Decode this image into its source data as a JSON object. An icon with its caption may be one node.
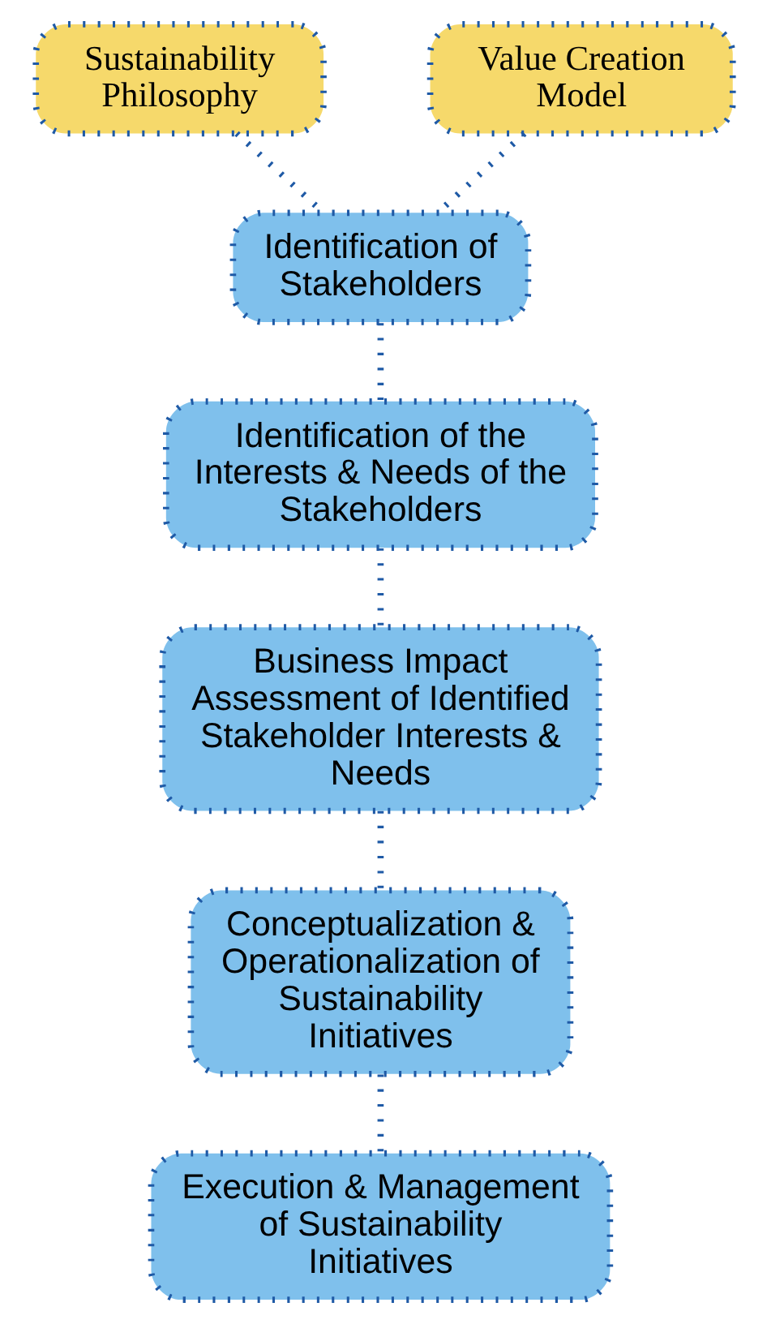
{
  "diagram": {
    "nodes": [
      {
        "text": [
          "Sustainability Philosophy"
        ]
      },
      {
        "text": [
          "Value Creation Model"
        ]
      },
      {
        "text": [
          "Identification of Stakeholders"
        ]
      },
      {
        "text": [
          "Identification of the Interests & Needs of the Stakeholders"
        ]
      },
      {
        "text": [
          "Business Impact Assessment of Identified Stakeholder Interests & Needs"
        ]
      },
      {
        "text": [
          "Conceptualization & Operationalization of Sustainability Initiatives"
        ]
      },
      {
        "text": [
          "Execution & Management of Sustainability Initiatives"
        ]
      }
    ],
    "edges": [
      {
        "from": 0,
        "to": 2,
        "arrow": "none"
      },
      {
        "from": 1,
        "to": 2,
        "arrow": "none"
      },
      {
        "from": 2,
        "to": 3,
        "arrow": "none"
      },
      {
        "from": 3,
        "to": 4,
        "arrow": "none"
      },
      {
        "from": 4,
        "to": 5,
        "arrow": "none"
      },
      {
        "from": 5,
        "to": 6,
        "arrow": "none"
      }
    ]
  }
}
